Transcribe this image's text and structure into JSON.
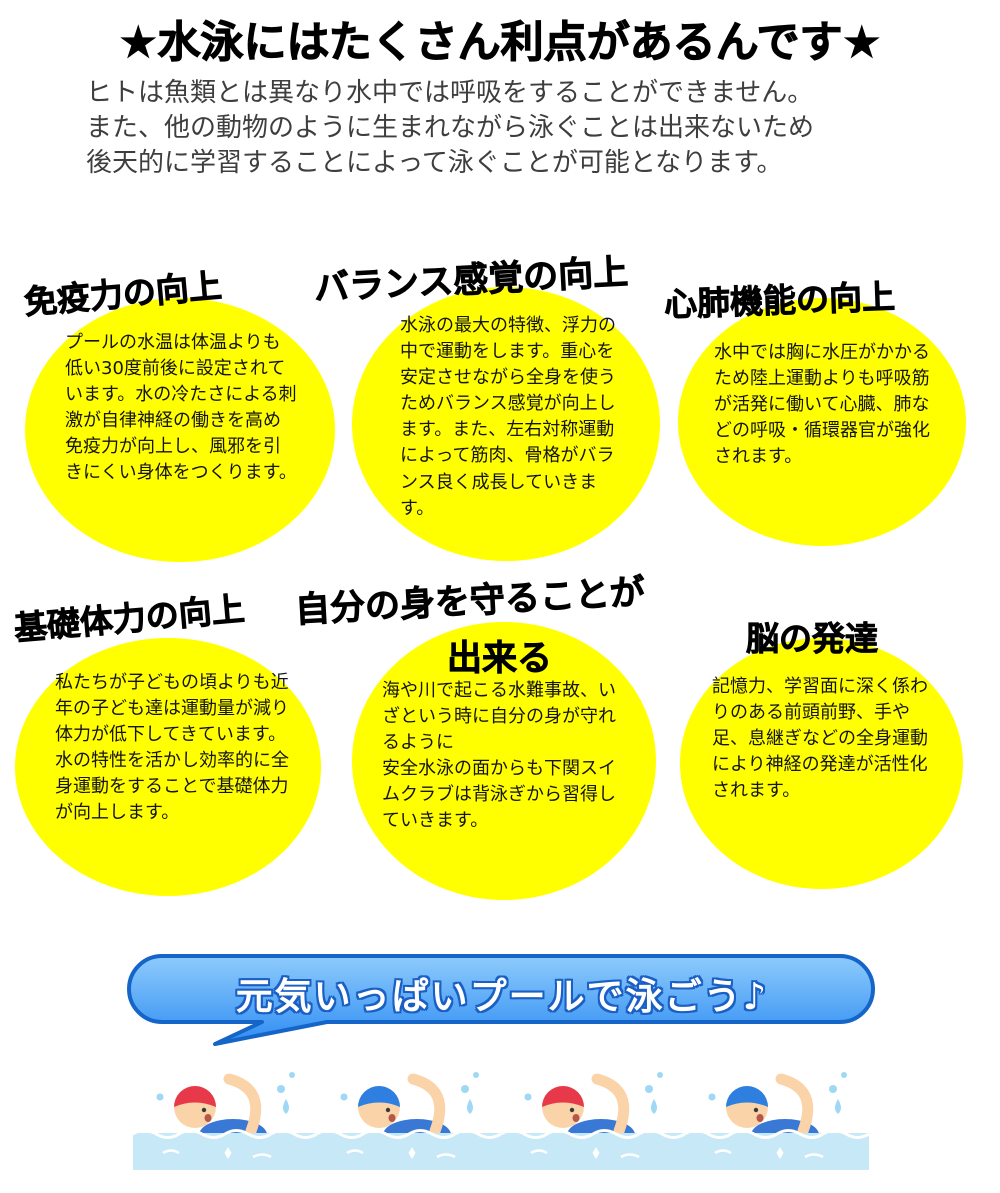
{
  "page": {
    "title": "★水泳にはたくさん利点があるんです★",
    "intro": "ヒトは魚類とは異なり水中では呼吸をすることができません。\nまた、他の動物のように生まれながら泳ぐことは出来ないため\n後天的に学習することによって泳ぐことが可能となります。"
  },
  "benefits": [
    {
      "heading": "免疫力の向上",
      "body": "プールの水温は体温よりも低い30度前後に設定されています。水の冷たさによる刺激が自律神経の働きを高め免疫力が向上し、風邪を引きにくい身体をつくります。"
    },
    {
      "heading": "バランス感覚の向上",
      "body": "水泳の最大の特徴、浮力の中で運動をします。重心を安定させながら全身を使うためバランス感覚が向上します。また、左右対称運動によって筋肉、骨格がバランス良く成長していきます。"
    },
    {
      "heading": "心肺機能の向上",
      "body": "水中では胸に水圧がかかるため陸上運動よりも呼吸筋が活発に働いて心臓、肺などの呼吸・循環器官が強化されます。"
    },
    {
      "heading": "基礎体力の向上",
      "body": "私たちが子どもの頃よりも近年の子ども達は運動量が減り体力が低下してきています。水の特性を活かし効率的に全身運動をすることで基礎体力が向上します。"
    },
    {
      "heading": "自分の身を守ることが",
      "heading2": "出来る",
      "body": "海や川で起こる水難事故、いざという時に自分の身が守れるように\n安全水泳の面からも下関スイムクラブは背泳ぎから習得していきます。"
    },
    {
      "heading": "脳の発達",
      "body": "記憶力、学習面に深く係わりのある前頭前野、手や足、息継ぎなどの全身運動により神経の発達が活性化されます。"
    }
  ],
  "bubble": {
    "text": "元気いっぱいプールで泳ごう♪"
  },
  "colors": {
    "circle_fill": "#ffff00",
    "heading_text": "#000000",
    "intro_text": "#3e3e3e",
    "bubble_border": "#1565c8",
    "bubble_fill_top": "#8ecbfc",
    "bubble_fill_bottom": "#2f8df2",
    "bubble_text_outline": "#1a5fc4",
    "water": "#c6e8f7",
    "skin": "#fbd3a8",
    "swimsuit": "#3a78d6"
  },
  "swimmers": [
    {
      "name": "swimmer-red-cap",
      "cap_color": "#e8394a"
    },
    {
      "name": "swimmer-blue-cap",
      "cap_color": "#2f7fe0"
    },
    {
      "name": "swimmer-red-cap",
      "cap_color": "#e8394a"
    },
    {
      "name": "swimmer-blue-cap",
      "cap_color": "#2f7fe0"
    }
  ]
}
